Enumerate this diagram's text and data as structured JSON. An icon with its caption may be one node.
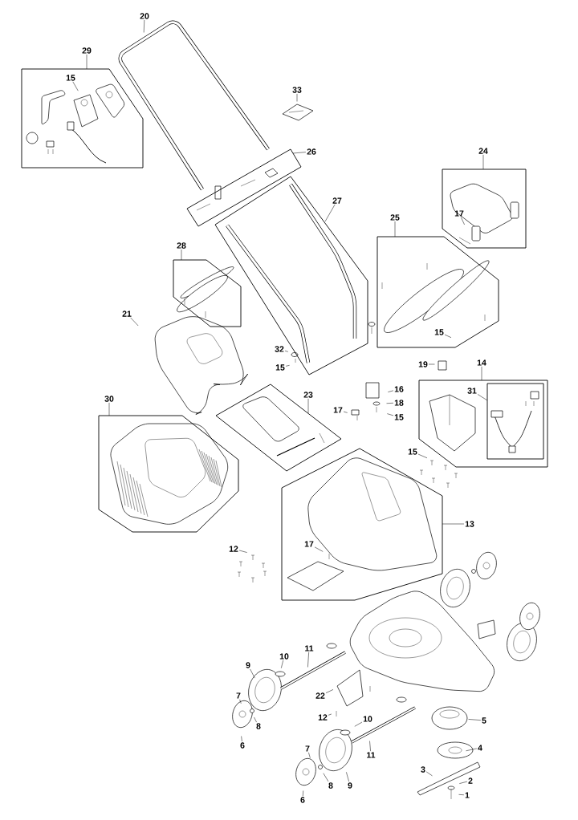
{
  "diagram": {
    "nodes": [
      {
        "text": [
          "20"
        ]
      },
      {
        "text": [
          "29"
        ]
      },
      {
        "text": [],
        "shape": "box"
      },
      {
        "text": [
          "15"
        ],
        "in": 2
      },
      {
        "text": [
          "33"
        ]
      },
      {
        "text": [
          "26"
        ]
      },
      {
        "text": [],
        "shape": "box"
      },
      {
        "text": [
          "24"
        ]
      },
      {
        "text": [],
        "shape": "box"
      },
      {
        "text": [
          "17"
        ],
        "in": 8
      },
      {
        "text": [
          "27"
        ]
      },
      {
        "text": [],
        "shape": "box"
      },
      {
        "text": [
          "25"
        ]
      },
      {
        "text": [],
        "shape": "box"
      },
      {
        "text": [
          "15"
        ],
        "in": 13
      },
      {
        "text": [
          "28"
        ]
      },
      {
        "text": [],
        "shape": "box"
      },
      {
        "text": [
          "21"
        ]
      },
      {
        "text": [
          "32"
        ]
      },
      {
        "text": [
          "15"
        ]
      },
      {
        "text": [
          "19"
        ]
      },
      {
        "text": [
          "14"
        ]
      },
      {
        "text": [],
        "shape": "box"
      },
      {
        "text": [
          "16"
        ]
      },
      {
        "text": [
          "31"
        ],
        "in": 22
      },
      {
        "text": [],
        "shape": "box",
        "in": 22
      },
      {
        "text": [
          "23"
        ]
      },
      {
        "text": [],
        "shape": "box"
      },
      {
        "text": [
          "17"
        ]
      },
      {
        "text": [
          "18"
        ]
      },
      {
        "text": [
          "30"
        ]
      },
      {
        "text": [],
        "shape": "box"
      },
      {
        "text": [
          "15"
        ]
      },
      {
        "text": [
          "15"
        ]
      },
      {
        "text": [],
        "shape": "box"
      },
      {
        "text": [
          "13"
        ]
      },
      {
        "text": [
          "17"
        ],
        "in": 34
      },
      {
        "text": [
          "12"
        ]
      },
      {
        "text": [
          "11"
        ]
      },
      {
        "text": [
          "10"
        ]
      },
      {
        "text": [
          "9"
        ]
      },
      {
        "text": [
          "22"
        ]
      },
      {
        "text": [
          "7"
        ]
      },
      {
        "text": [
          "12"
        ]
      },
      {
        "text": [
          "10"
        ]
      },
      {
        "text": [
          "5"
        ]
      },
      {
        "text": [
          "8"
        ]
      },
      {
        "text": [
          "6"
        ]
      },
      {
        "text": [
          "7"
        ]
      },
      {
        "text": [
          "11"
        ]
      },
      {
        "text": [
          "4"
        ]
      },
      {
        "text": [
          "3"
        ]
      },
      {
        "text": [
          "8"
        ]
      },
      {
        "text": [
          "2"
        ]
      },
      {
        "text": [
          "9"
        ]
      },
      {
        "text": [
          "1"
        ]
      },
      {
        "text": [
          "6"
        ]
      }
    ],
    "edges": [
      {
        "from": 0,
        "to": null,
        "arrow": "none"
      },
      {
        "from": 1,
        "to": 2,
        "arrow": "none"
      },
      {
        "from": 3,
        "to": null,
        "arrow": "none"
      },
      {
        "from": 4,
        "to": null,
        "arrow": "none"
      },
      {
        "from": 5,
        "to": 6,
        "arrow": "none"
      },
      {
        "from": 7,
        "to": 8,
        "arrow": "none"
      },
      {
        "from": 9,
        "to": null,
        "arrow": "none"
      },
      {
        "from": 10,
        "to": 11,
        "arrow": "none"
      },
      {
        "from": 12,
        "to": 13,
        "arrow": "none"
      },
      {
        "from": 14,
        "to": null,
        "arrow": "none"
      },
      {
        "from": 15,
        "to": 16,
        "arrow": "none"
      },
      {
        "from": 17,
        "to": null,
        "arrow": "none"
      },
      {
        "from": 18,
        "to": null,
        "arrow": "none"
      },
      {
        "from": 19,
        "to": null,
        "arrow": "none"
      },
      {
        "from": 20,
        "to": null,
        "arrow": "none"
      },
      {
        "from": 21,
        "to": 22,
        "arrow": "none"
      },
      {
        "from": 23,
        "to": null,
        "arrow": "none"
      },
      {
        "from": 24,
        "to": 25,
        "arrow": "none"
      },
      {
        "from": 26,
        "to": 27,
        "arrow": "none"
      },
      {
        "from": 28,
        "to": null,
        "arrow": "none"
      },
      {
        "from": 29,
        "to": null,
        "arrow": "none"
      },
      {
        "from": 30,
        "to": 31,
        "arrow": "none"
      },
      {
        "from": 32,
        "to": null,
        "arrow": "none"
      },
      {
        "from": 33,
        "to": null,
        "arrow": "none"
      },
      {
        "from": 35,
        "to": 34,
        "arrow": "none"
      },
      {
        "from": 36,
        "to": null,
        "arrow": "none"
      },
      {
        "from": 37,
        "to": null,
        "arrow": "none"
      },
      {
        "from": 38,
        "to": null,
        "arrow": "none"
      },
      {
        "from": 39,
        "to": null,
        "arrow": "none"
      },
      {
        "from": 40,
        "to": null,
        "arrow": "none"
      },
      {
        "from": 41,
        "to": null,
        "arrow": "none"
      },
      {
        "from": 42,
        "to": null,
        "arrow": "none"
      },
      {
        "from": 43,
        "to": null,
        "arrow": "none"
      },
      {
        "from": 44,
        "to": null,
        "arrow": "none"
      },
      {
        "from": 45,
        "to": null,
        "arrow": "none"
      },
      {
        "from": 46,
        "to": null,
        "arrow": "none"
      },
      {
        "from": 47,
        "to": null,
        "arrow": "none"
      },
      {
        "from": 48,
        "to": null,
        "arrow": "none"
      },
      {
        "from": 49,
        "to": null,
        "arrow": "none"
      },
      {
        "from": 50,
        "to": null,
        "arrow": "none"
      },
      {
        "from": 51,
        "to": null,
        "arrow": "none"
      },
      {
        "from": 52,
        "to": null,
        "arrow": "none"
      },
      {
        "from": 53,
        "to": null,
        "arrow": "none"
      },
      {
        "from": 54,
        "to": null,
        "arrow": "none"
      },
      {
        "from": 55,
        "to": null,
        "arrow": "none"
      },
      {
        "from": 56,
        "to": null,
        "arrow": "none"
      }
    ]
  }
}
